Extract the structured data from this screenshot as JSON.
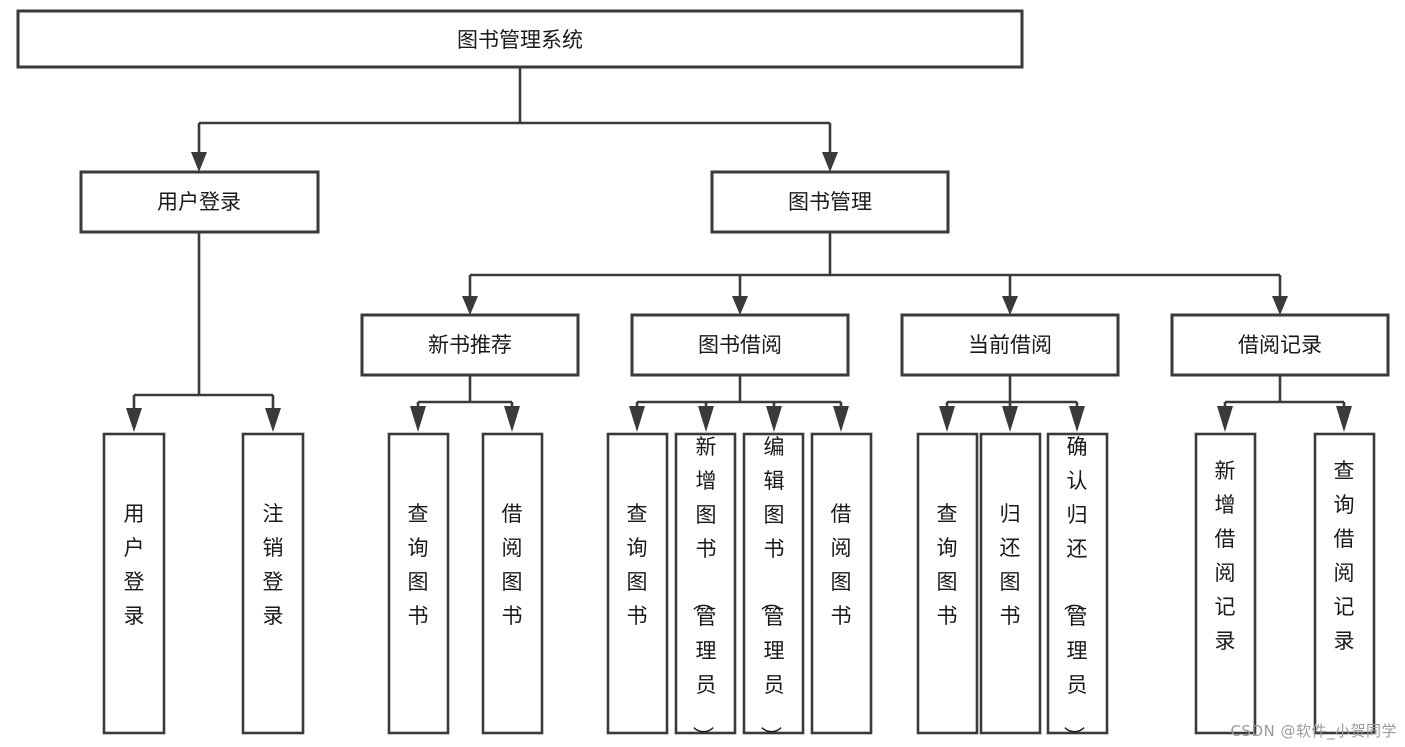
{
  "diagram": {
    "title": "图书管理系统",
    "type": "tree-hierarchy-diagram",
    "colors": {
      "stroke": "#3a3a3a",
      "fill": "#ffffff",
      "text": "#1a1a1a",
      "watermark": "#9a9a9a"
    },
    "root": {
      "label": "图书管理系统"
    },
    "level2": [
      {
        "label": "用户登录"
      },
      {
        "label": "图书管理"
      }
    ],
    "level3": [
      {
        "label": "新书推荐"
      },
      {
        "label": "图书借阅"
      },
      {
        "label": "当前借阅"
      },
      {
        "label": "借阅记录"
      }
    ],
    "leaves": {
      "user_login": [
        {
          "label": "用户登录"
        },
        {
          "label": "注销登录"
        }
      ],
      "new_book_recommend": [
        {
          "label": "查询图书"
        },
        {
          "label": "借阅图书"
        }
      ],
      "book_borrow": [
        {
          "label": "查询图书"
        },
        {
          "label": "新增图书（管理员）"
        },
        {
          "label": "编辑图书（管理员）"
        },
        {
          "label": "借阅图书"
        }
      ],
      "current_borrow": [
        {
          "label": "查询图书"
        },
        {
          "label": "归还图书"
        },
        {
          "label": "确认归还（管理员）"
        }
      ],
      "borrow_record": [
        {
          "label": "新增借阅记录"
        },
        {
          "label": "查询借阅记录"
        }
      ]
    }
  },
  "watermark": {
    "text": "CSDN @软件_小贺同学"
  }
}
